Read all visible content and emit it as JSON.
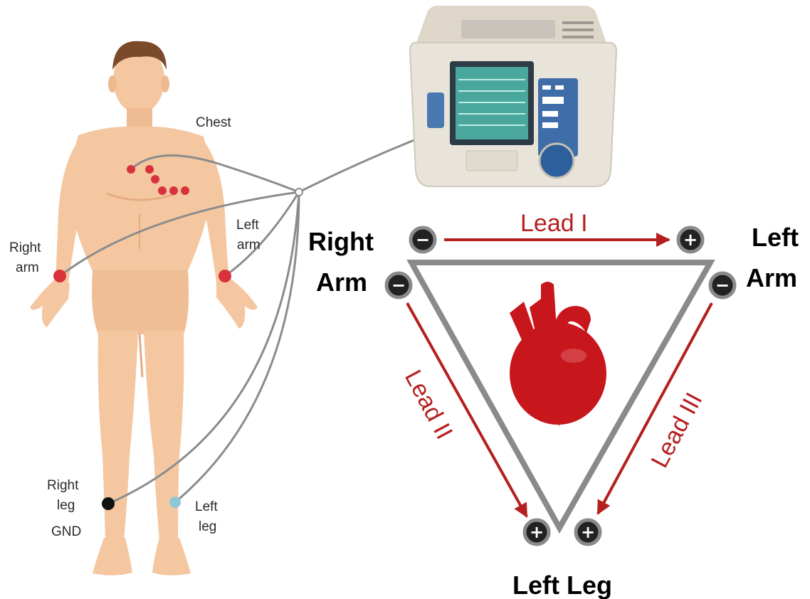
{
  "colors": {
    "skin": "#f4c7a1",
    "skin_shadow": "#e6ab80",
    "hair": "#7a4a2b",
    "electrode": "#d8323c",
    "wire": "#8c8c8c",
    "lead": "#b51f1f",
    "triangle": "#8a8a8a",
    "terminal_fill": "#222222",
    "heart": "#c8161d",
    "monitor_body": "#e9e4da",
    "monitor_screen": "#4aa79d"
  },
  "body_labels": {
    "chest": "Chest",
    "right_arm_line1": "Right",
    "right_arm_line2": "arm",
    "left_arm_line1": "Left",
    "left_arm_line2": "arm",
    "right_leg_line1": "Right",
    "right_leg_line2": "leg",
    "gnd": "GND",
    "left_leg_line1": "Left",
    "left_leg_line2": "leg"
  },
  "triangle_labels": {
    "right_arm_line1": "Right",
    "right_arm_line2": "Arm",
    "left_arm_line1": "Left",
    "left_arm_line2": "Arm",
    "left_leg": "Left Leg"
  },
  "leads": {
    "lead1": "Lead I",
    "lead2": "Lead II",
    "lead3": "Lead III"
  },
  "signs": {
    "negative": "−",
    "positive": "+"
  },
  "icons": {
    "heart": "heart-icon",
    "monitor": "ecg-monitor-icon"
  }
}
